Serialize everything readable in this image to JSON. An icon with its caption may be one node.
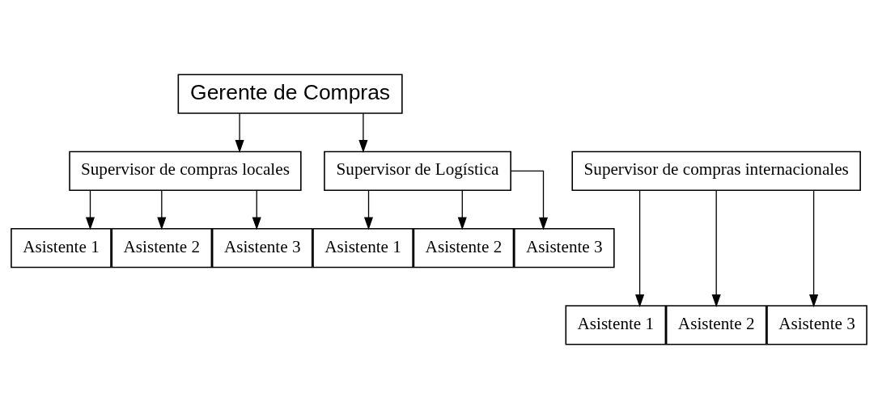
{
  "diagram": {
    "nodes": [
      {
        "text": [
          "Gerente de Compras"
        ]
      },
      {
        "text": [
          "Supervisor de compras locales"
        ]
      },
      {
        "text": [
          "Supervisor de compras internacionales"
        ]
      },
      {
        "text": [
          "Supervisor de Logística"
        ]
      },
      {
        "text": [
          "Asistente 1"
        ]
      },
      {
        "text": [
          "Asistente 2"
        ]
      },
      {
        "text": [
          "Asistente 3"
        ]
      },
      {
        "text": [
          "Asistente 1"
        ]
      },
      {
        "text": [
          "Asistente 2"
        ]
      },
      {
        "text": [
          "Asistente 3"
        ]
      },
      {
        "text": [
          "Asistente 1"
        ]
      },
      {
        "text": [
          "Asistente 2"
        ]
      },
      {
        "text": [
          "Asistente 3"
        ]
      }
    ],
    "edges": [
      {
        "from": 0,
        "to": 1,
        "arrow": "to"
      },
      {
        "from": 0,
        "to": 3,
        "arrow": "to"
      },
      {
        "from": 1,
        "to": 4,
        "arrow": "to"
      },
      {
        "from": 1,
        "to": 5,
        "arrow": "to"
      },
      {
        "from": 1,
        "to": 6,
        "arrow": "to"
      },
      {
        "from": 3,
        "to": 7,
        "arrow": "to"
      },
      {
        "from": 3,
        "to": 8,
        "arrow": "to"
      },
      {
        "from": 3,
        "to": 9,
        "arrow": "to"
      },
      {
        "from": 2,
        "to": 10,
        "arrow": "to"
      },
      {
        "from": 2,
        "to": 11,
        "arrow": "to"
      },
      {
        "from": 2,
        "to": 12,
        "arrow": "to"
      }
    ]
  }
}
